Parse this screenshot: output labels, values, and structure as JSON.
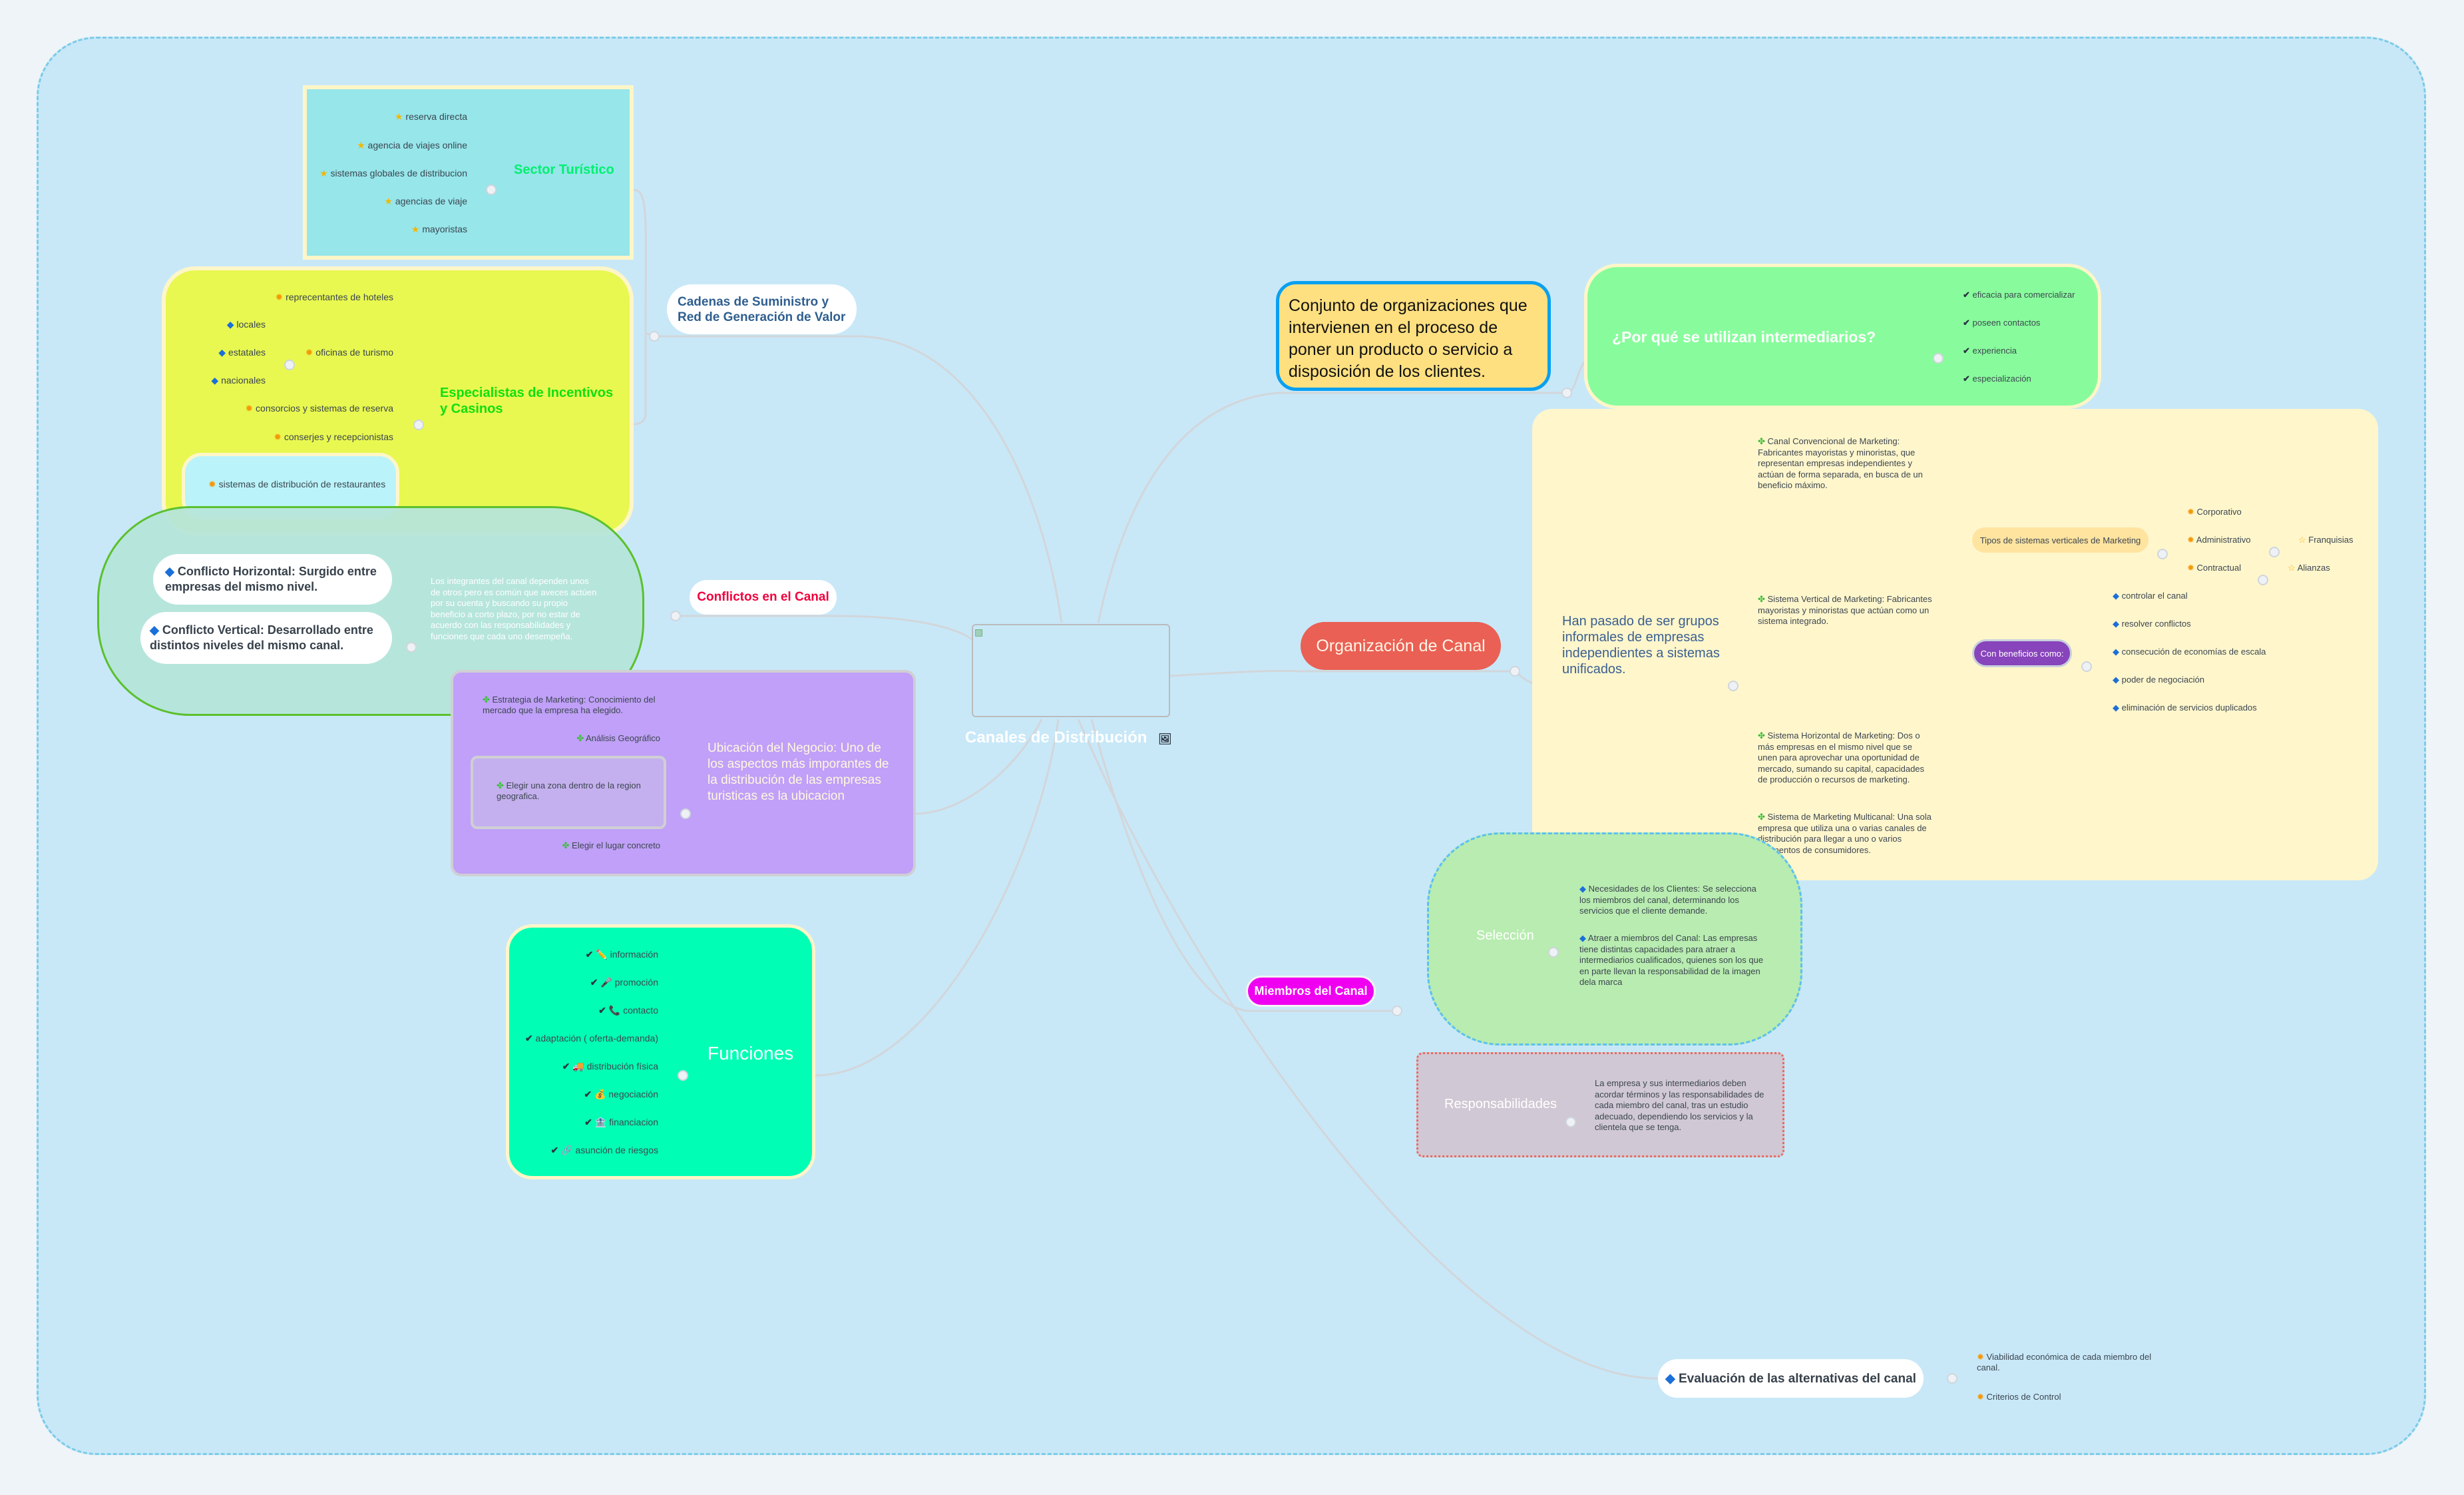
{
  "central": {
    "title": "Canales de Distribución",
    "image_icon": "image-icon"
  },
  "definition": "Conjunto de organizaciones que intervienen en el proceso de poner un producto o servicio a disposición de los clientes.",
  "cadenas": {
    "title": "Cadenas de Suministro y Red de Generación de Valor",
    "sector_turistico": {
      "title": "Sector Turístico",
      "items": [
        "reserva directa",
        "agencia de viajes online",
        "sistemas globales de distribucion",
        "agencias de viaje",
        "mayoristas"
      ]
    },
    "especialistas": {
      "title": "Especialistas de Incentivos y Casinos",
      "items": [
        "reprecentantes de hoteles",
        "oficinas de turismo",
        "consorcios y sistemas de reserva",
        "conserjes y recepcionistas",
        "sistemas de distribución de restaurantes"
      ],
      "oficinas_sub": [
        "locales",
        "estatales",
        "nacionales"
      ]
    }
  },
  "conflictos": {
    "title": "Conflictos en el Canal",
    "description": "Los integrantes del canal dependen unos de otros pero es común que aveces actúen por su cuenta y buscando su propio beneficio a corto plazo, por no estar de acuerdo con las responsabilidades y funciones que cada uno  desempeña.",
    "horizontal": "Conflicto Horizontal: Surgido entre empresas del mismo nivel.",
    "vertical": "Conflicto Vertical: Desarrollado entre distintos niveles del mismo canal."
  },
  "ubicacion": {
    "title": "Ubicación del Negocio: Uno de los aspectos más imporantes de la distribución de las empresas turisticas es la ubicacion",
    "items": [
      "Estrategia de Marketing:  Conocimiento del mercado que la empresa ha elegido.",
      "Análisis Geográfico",
      "Elegir una zona dentro de la region geografica.",
      "Elegir el lugar concreto"
    ]
  },
  "funciones": {
    "title": "Funciones",
    "items": [
      {
        "icon": "✏️",
        "label": "información"
      },
      {
        "icon": "🎤",
        "label": "promoción"
      },
      {
        "icon": "📞",
        "label": "contacto"
      },
      {
        "icon": "",
        "label": "adaptación ( oferta-demanda)"
      },
      {
        "icon": "🚚",
        "label": "distribución física"
      },
      {
        "icon": "💰",
        "label": "negociación"
      },
      {
        "icon": "🏦",
        "label": "financiacion"
      },
      {
        "icon": "🔗",
        "label": "asunción de riesgos"
      }
    ]
  },
  "intermediarios": {
    "title": "¿Por qué se utilizan intermediarios?",
    "items": [
      "eficacia para comercializar",
      "poseen contactos",
      "experiencia",
      "especialización"
    ]
  },
  "organizacion": {
    "title": "Organización de Canal",
    "summary": "Han pasado de ser grupos informales de empresas independientes a sistemas unificados.",
    "convencional": "Canal Convencional de Marketing: Fabricantes mayoristas y minoristas, que representan empresas independientes y actúan de forma separada, en busca  de un beneficio máximo.",
    "vertical": "Sistema Vertical de Marketing: Fabricantes mayoristas y minoristas que actúan como un sistema integrado.",
    "tipos_label": "Tipos de sistemas verticales de Marketing",
    "tipos": [
      "Corporativo",
      "Administrativo",
      "Contractual"
    ],
    "administrativo_sub": "Franquisias",
    "contractual_sub": "Alianzas",
    "beneficios_label": "Con beneficios como:",
    "beneficios": [
      "controlar el canal",
      "resolver conflictos",
      "consecución de economías de escala",
      "poder de negociación",
      "eliminación de servicios duplicados"
    ],
    "horizontal": "Sistema Horizontal de Marketing: Dos o más empresas en el mismo nivel que  se unen para aprovechar una oportunidad de mercado, sumando su capital, capacidades de producción o recursos de marketing.",
    "multicanal": "Sistema de Marketing Multicanal: Una sola empresa que utiliza una o varias canales de distribución para llegar a uno o varios segmentos de consumidores."
  },
  "miembros": {
    "title": "Miembros del Canal",
    "seleccion": {
      "title": "Selección",
      "items": [
        "Necesidades de los Clientes: Se selecciona los miembros del canal, determinando los servicios que el cliente demande.",
        "Atraer a miembros del Canal: Las empresas tiene distintas capacidades para atraer a intermediarios cualificados, quienes son los que  en parte llevan la responsabilidad de la imagen  dela marca"
      ]
    },
    "responsabilidades": {
      "title": "Responsabilidades",
      "text": "La empresa y sus intermediarios deben acordar términos y  las responsabilidades de cada miembro del canal, tras un estudio adecuado, dependiendo los servicios y la clientela que se tenga."
    }
  },
  "evaluacion": {
    "title": "Evaluación  de las alternativas del canal",
    "items": [
      "Viabilidad económica de cada miembro del canal.",
      "Criterios de Control"
    ]
  },
  "colors": {
    "background": "#c8e8f8",
    "sector": "#96e6ea",
    "especialistas": "#e8f850",
    "ubicacion": "#c0a0f8",
    "funciones": "#00ffb4",
    "intermediarios": "#88fc9c",
    "organizacion": "#ea6054",
    "organizacion_box": "#fff6cc",
    "miembros": "#f000f0"
  }
}
